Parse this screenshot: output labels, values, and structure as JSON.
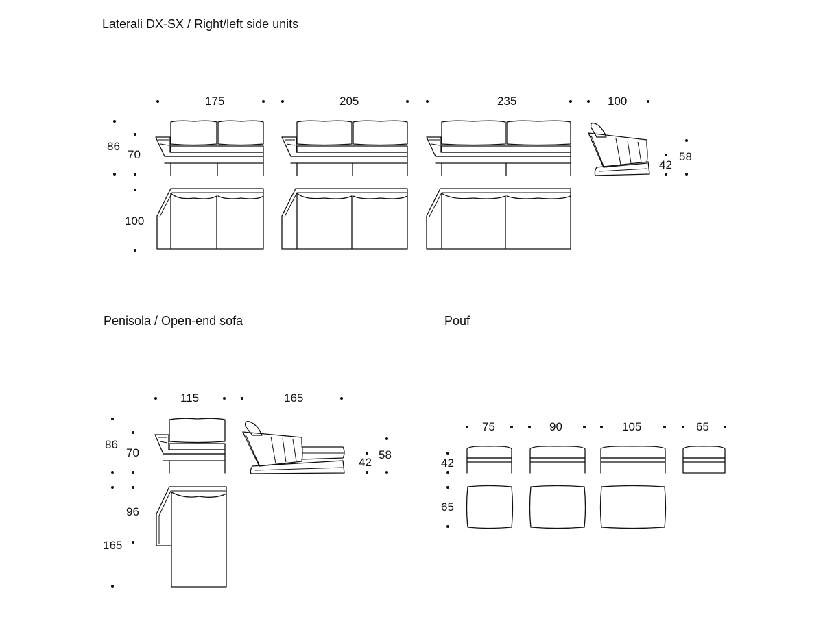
{
  "sections": {
    "side_units": {
      "title": "Laterali DX-SX / Right/left side units"
    },
    "open_end": {
      "title": "Penisola / Open-end sofa"
    },
    "pouf": {
      "title": "Pouf"
    }
  },
  "dimensions": {
    "side_units": {
      "width_175": "175",
      "width_205": "205",
      "width_235": "235",
      "depth_side_view": "100",
      "height_total": "86",
      "height_arm": "70",
      "seat_depth": "100",
      "seat_height": "42",
      "arm_height_side": "58"
    },
    "open_end": {
      "width_115": "115",
      "length_165": "165",
      "height_total": "86",
      "height_arm": "70",
      "seat_height": "42",
      "arm_height_side": "58",
      "depth_96": "96",
      "depth_165": "165"
    },
    "pouf": {
      "width_75": "75",
      "width_90": "90",
      "width_105": "105",
      "width_65": "65",
      "height_42": "42",
      "depth_65": "65"
    }
  },
  "colors": {
    "line": "#111111",
    "background": "#ffffff"
  }
}
